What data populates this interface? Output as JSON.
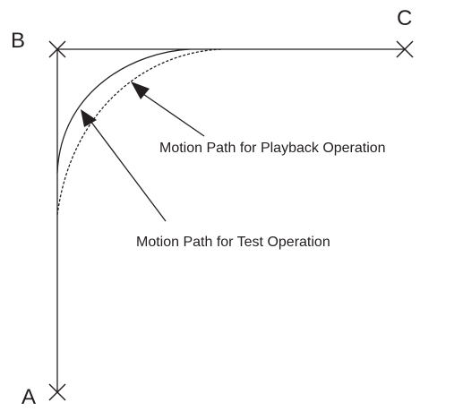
{
  "diagram": {
    "points": {
      "a": "A",
      "b": "B",
      "c": "C"
    },
    "callouts": {
      "playback": "Motion Path for Playback Operation",
      "test": "Motion Path for Test Operation"
    },
    "path_styles": {
      "test_operation": "solid",
      "playback_operation": "dashed"
    },
    "colors": {
      "ink": "#231f20",
      "background": "#ffffff"
    }
  }
}
